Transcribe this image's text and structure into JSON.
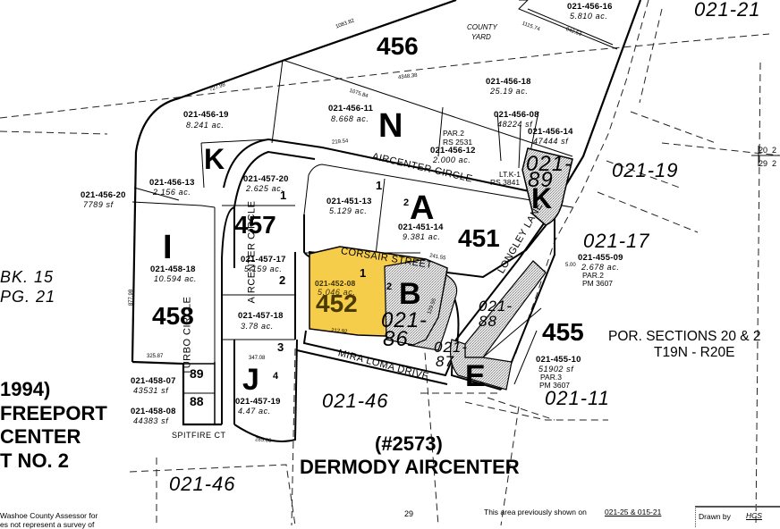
{
  "map": {
    "title_number": "(#2573)",
    "title_name": "DERMODY AIRCENTER",
    "left_title_lines": [
      "1994)",
      "FREEPORT",
      "CENTER",
      "T NO. 2"
    ],
    "book": "BK. 15",
    "page": "PG. 21",
    "sections_line1": "POR. SECTIONS 20 & 2",
    "sections_line2": "T19N - R20E",
    "disclaimer_line1": "Washoe County Assessor for",
    "disclaimer_line2": "es not represent a survey of",
    "previously_shown_label": "This area previously shown on",
    "previously_shown_value": "021-25 & 015-21",
    "drawn_by_label": "Drawn by",
    "drawn_by_value": "HCS",
    "section_corner": {
      "tl": "20",
      "tr": "2",
      "bl": "29",
      "br": "2"
    },
    "bottom_marker": "29"
  },
  "highlight_color": "#f5cd4a",
  "shade_color": "#d8d8d8",
  "blocks": {
    "b456": "456",
    "b457": "457",
    "b458": "458",
    "b451": "451",
    "b452": "452",
    "b455": "455"
  },
  "block_letters": {
    "N": "N",
    "K1": "K",
    "K2": "K",
    "I": "I",
    "A": "A",
    "B": "B",
    "J": "J",
    "E": "E"
  },
  "map_refs": {
    "r2121": "021-21",
    "r2119": "021-19",
    "r2117": "021-17",
    "r2111": "021-11",
    "r2146a": "021-46",
    "r2146b": "021-46",
    "r89a": "021-",
    "r89b": "89",
    "r86a": "021-",
    "r86b": "86",
    "r88a": "021-",
    "r88b": "88",
    "r87a": "021-",
    "r87b": "87"
  },
  "parcels": [
    {
      "id": "p45616",
      "apn": "021-456-16",
      "area": "5.810 ac."
    },
    {
      "id": "p45618",
      "apn": "021-456-18",
      "area": "25.19 ac."
    },
    {
      "id": "p45619",
      "apn": "021-456-19",
      "area": "8.241 ac."
    },
    {
      "id": "p45611",
      "apn": "021-456-11",
      "area": "8.668 ac."
    },
    {
      "id": "p45608",
      "apn": "021-456-08",
      "area": "48224 sf"
    },
    {
      "id": "p45614",
      "apn": "021-456-14",
      "area": "47444 sf"
    },
    {
      "id": "p45612",
      "apn": "021-456-12",
      "area": "2.000 ac."
    },
    {
      "id": "p45613",
      "apn": "021-456-13",
      "area": "2.156 ac."
    },
    {
      "id": "p45620",
      "apn": "021-456-20",
      "area": "7789 sf"
    },
    {
      "id": "p45720",
      "apn": "021-457-20",
      "area": "2.625 ac."
    },
    {
      "id": "p45113",
      "apn": "021-451-13",
      "area": "5.129 ac."
    },
    {
      "id": "p45114",
      "apn": "021-451-14",
      "area": "9.381 ac."
    },
    {
      "id": "p45818",
      "apn": "021-458-18",
      "area": "10.594 ac."
    },
    {
      "id": "p45717",
      "apn": "021-457-17",
      "area": "5.159 ac."
    },
    {
      "id": "p45208",
      "apn": "021-452-08",
      "area": "5.046 ac."
    },
    {
      "id": "p45509",
      "apn": "021-455-09",
      "area": "2.678 ac."
    },
    {
      "id": "p45718",
      "apn": "021-457-18",
      "area": "3.78 ac."
    },
    {
      "id": "p45510",
      "apn": "021-455-10",
      "area": "51902 sf"
    },
    {
      "id": "p45807",
      "apn": "021-458-07",
      "area": "43531 sf"
    },
    {
      "id": "p45808",
      "apn": "021-458-08",
      "area": "44383 sf"
    },
    {
      "id": "p45719",
      "apn": "021-457-19",
      "area": "4.47 ac."
    }
  ],
  "lots": {
    "l457_1": "1",
    "l457_2": "2",
    "l457_3": "3",
    "l457_4": "4",
    "l451_1": "1",
    "l451_2": "2",
    "l452_1": "1",
    "l452_2": "2",
    "l89": "89",
    "l88": "88"
  },
  "streets": {
    "aircenter_circle_top": "AIRCENTER CIRCLE",
    "aircenter_circle_side": "AIRCENTER CIRCLE",
    "corsair": "CORSAIR STREET",
    "longley": "LONGLEY LANE",
    "mira_loma": "MIRA LOMA DRIVE",
    "turbo": "TURBO CIRCLE",
    "spitfire": "SPITFIRE CT"
  },
  "notes": {
    "county_yard_1": "COUNTY",
    "county_yard_2": "YARD",
    "par2_rs": "PAR.2",
    "par2_rs_num": "RS 2531",
    "ltk": "LT.K-1",
    "ltk_rs": "RS 3841",
    "par2_pm": "PAR.2",
    "par2_pm_num": "PM 3607",
    "par3_pm": "PAR.3",
    "par3_pm_num": "PM 3607"
  },
  "dimensions": {
    "d1": "1083.82",
    "d2": "842.53",
    "d3": "1115.74",
    "d4": "727.98",
    "d5": "1075.84",
    "d6": "4348.38",
    "d7": "219.54",
    "d8": "241.55",
    "d9": "877.98",
    "d10": "325.87",
    "d11": "347.08",
    "d12": "285.06",
    "d13": "212.92",
    "d14": "129.55",
    "d15": "5.00"
  }
}
